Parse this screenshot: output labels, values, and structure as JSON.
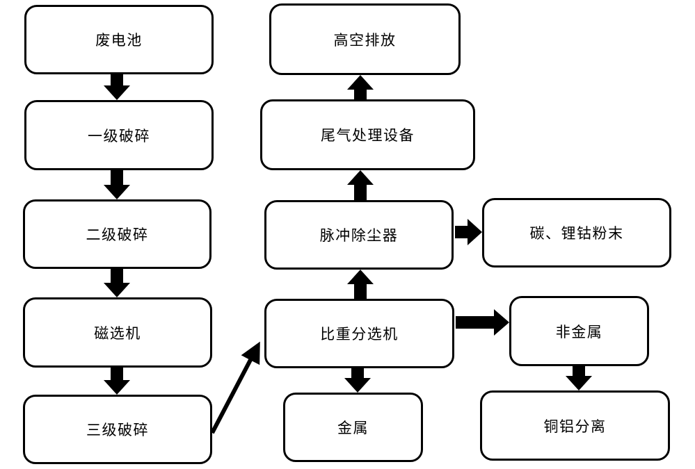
{
  "page": {
    "background_color": "#ffffff"
  },
  "diagram": {
    "type": "flowchart",
    "colors": {
      "node_border": "#000000",
      "node_fill": "#ffffff",
      "text": "#000000",
      "arrow": "#000000"
    },
    "nodes": {
      "waste_battery": {
        "label": "废电池"
      },
      "primary_crushing": {
        "label": "一级破碎"
      },
      "secondary_crushing": {
        "label": "二级破碎"
      },
      "magnetic_separator": {
        "label": "磁选机"
      },
      "tertiary_crushing": {
        "label": "三级破碎"
      },
      "high_altitude_discharge": {
        "label": "高空排放"
      },
      "tail_gas_treatment": {
        "label": "尾气处理设备"
      },
      "pulse_dust_collector": {
        "label": "脉冲除尘器"
      },
      "gravity_separator": {
        "label": "比重分选机"
      },
      "metal": {
        "label": "金属"
      },
      "carbon_lithium_cobalt_powder": {
        "label": "碳、锂钴粉末"
      },
      "non_metal": {
        "label": "非金属"
      },
      "copper_aluminum_separation": {
        "label": "铜铝分离"
      }
    },
    "edges": [
      {
        "from": "废电池",
        "to": "一级破碎",
        "direction": "down",
        "style": "block-arrow"
      },
      {
        "from": "一级破碎",
        "to": "二级破碎",
        "direction": "down",
        "style": "block-arrow"
      },
      {
        "from": "二级破碎",
        "to": "磁选机",
        "direction": "down",
        "style": "block-arrow"
      },
      {
        "from": "磁选机",
        "to": "三级破碎",
        "direction": "down",
        "style": "block-arrow"
      },
      {
        "from": "三级破碎",
        "to": "比重分选机",
        "direction": "up-right",
        "style": "line-arrow"
      },
      {
        "from": "比重分选机",
        "to": "脉冲除尘器",
        "direction": "up",
        "style": "block-arrow"
      },
      {
        "from": "脉冲除尘器",
        "to": "尾气处理设备",
        "direction": "up",
        "style": "block-arrow"
      },
      {
        "from": "尾气处理设备",
        "to": "高空排放",
        "direction": "up",
        "style": "block-arrow"
      },
      {
        "from": "脉冲除尘器",
        "to": "碳、锂钴粉末",
        "direction": "right",
        "style": "block-arrow"
      },
      {
        "from": "比重分选机",
        "to": "非金属",
        "direction": "right",
        "style": "block-arrow"
      },
      {
        "from": "比重分选机",
        "to": "金属",
        "direction": "down",
        "style": "block-arrow"
      },
      {
        "from": "非金属",
        "to": "铜铝分离",
        "direction": "down",
        "style": "block-arrow"
      }
    ]
  }
}
